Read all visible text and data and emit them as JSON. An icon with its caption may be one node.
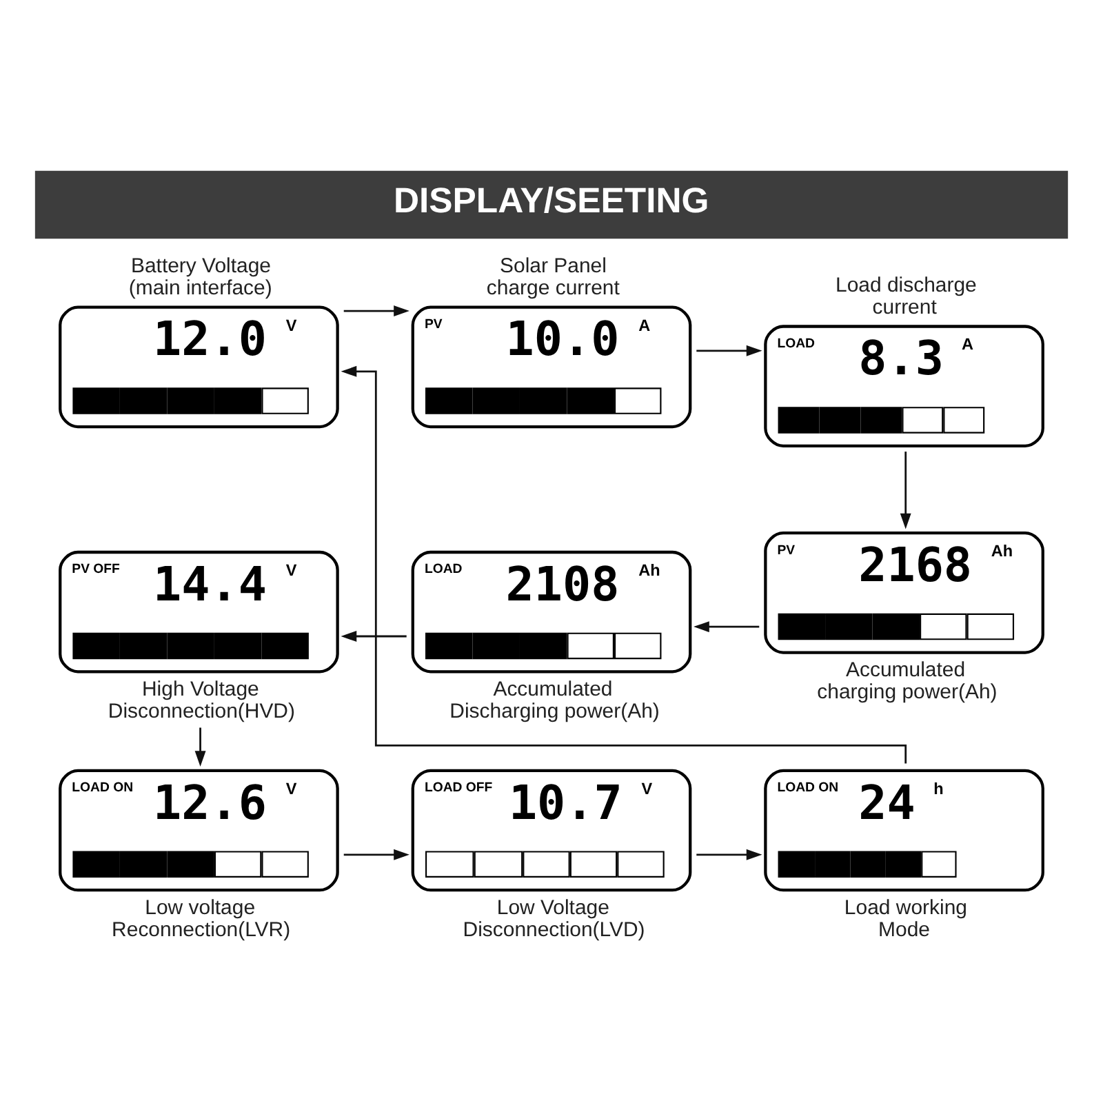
{
  "diagram": {
    "title": "DISPLAY/SEETING",
    "nodes": [
      {
        "text": [
          "Battery Voltage (main interface)",
          "12.0",
          "V"
        ]
      },
      {
        "text": [
          "Solar Panel charge current",
          "PV",
          "10.0",
          "A"
        ]
      },
      {
        "text": [
          "Load discharge current",
          "LOAD",
          "8.3",
          "A"
        ]
      },
      {
        "text": [
          "High Voltage Disconnection(HVD)",
          "PV OFF",
          "14.4",
          "V"
        ]
      },
      {
        "text": [
          "Accumulated Discharging power(Ah)",
          "LOAD",
          "2108",
          "Ah"
        ]
      },
      {
        "text": [
          "Accumulated charging power(Ah)",
          "PV",
          "2168",
          "Ah"
        ]
      },
      {
        "text": [
          "Low voltage Reconnection(LVR)",
          "LOAD ON",
          "12.6",
          "V"
        ]
      },
      {
        "text": [
          "Low Voltage Disconnection(LVD)",
          "LOAD OFF",
          "10.7",
          "V"
        ]
      },
      {
        "text": [
          "Load working Mode",
          "LOAD ON",
          "24",
          "h"
        ]
      }
    ],
    "edges": [
      {
        "from": 0,
        "to": 1,
        "arrow": "to"
      },
      {
        "from": 1,
        "to": 2,
        "arrow": "to"
      },
      {
        "from": 2,
        "to": 5,
        "arrow": "to"
      },
      {
        "from": 5,
        "to": 4,
        "arrow": "to"
      },
      {
        "from": 4,
        "to": 3,
        "arrow": "to"
      },
      {
        "from": 3,
        "to": 6,
        "arrow": "to"
      },
      {
        "from": 6,
        "to": 7,
        "arrow": "to"
      },
      {
        "from": 7,
        "to": 8,
        "arrow": "to"
      },
      {
        "from": 8,
        "to": 0,
        "arrow": "to"
      }
    ]
  }
}
